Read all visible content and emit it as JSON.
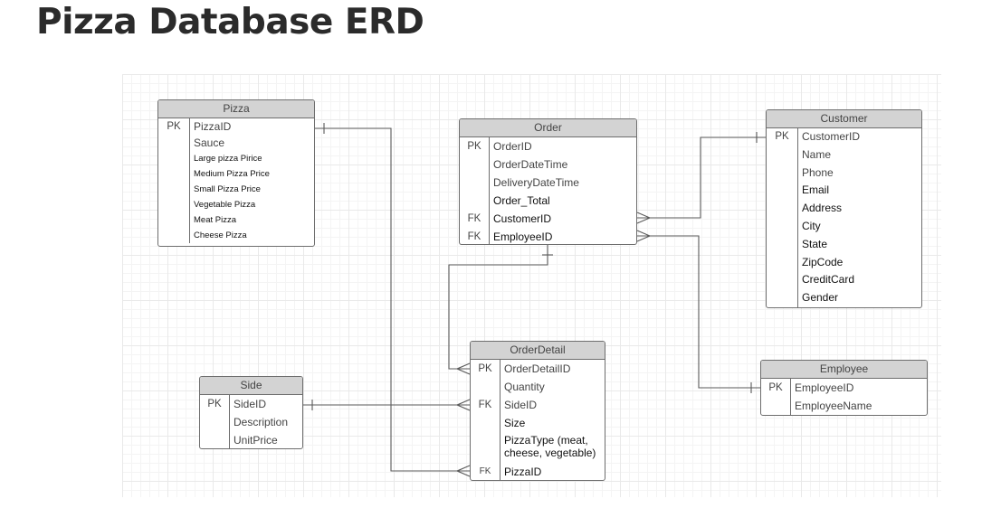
{
  "title": "Pizza Database ERD",
  "entities": {
    "pizza": {
      "name": "Pizza",
      "rows": [
        {
          "key": "PK",
          "name": "PizzaID"
        },
        {
          "key": "",
          "name": "Sauce"
        },
        {
          "key": "",
          "name": "Large pizza Pirice"
        },
        {
          "key": "",
          "name": "Medium Pizza Price"
        },
        {
          "key": "",
          "name": "Small Pizza Price"
        },
        {
          "key": "",
          "name": "Vegetable Pizza"
        },
        {
          "key": "",
          "name": "Meat Pizza"
        },
        {
          "key": "",
          "name": "Cheese Pizza"
        }
      ]
    },
    "order": {
      "name": "Order",
      "rows": [
        {
          "key": "PK",
          "name": "OrderID"
        },
        {
          "key": "",
          "name": "OrderDateTime"
        },
        {
          "key": "",
          "name": "DeliveryDateTime"
        },
        {
          "key": "",
          "name": "Order_Total"
        },
        {
          "key": "FK",
          "name": "CustomerID"
        },
        {
          "key": "FK",
          "name": "EmployeeID"
        }
      ]
    },
    "customer": {
      "name": "Customer",
      "rows": [
        {
          "key": "PK",
          "name": "CustomerID"
        },
        {
          "key": "",
          "name": "Name"
        },
        {
          "key": "",
          "name": "Phone"
        },
        {
          "key": "",
          "name": "Email"
        },
        {
          "key": "",
          "name": "Address"
        },
        {
          "key": "",
          "name": "City"
        },
        {
          "key": "",
          "name": "State"
        },
        {
          "key": "",
          "name": "ZipCode"
        },
        {
          "key": "",
          "name": "CreditCard"
        },
        {
          "key": "",
          "name": "Gender"
        }
      ]
    },
    "orderdetail": {
      "name": "OrderDetail",
      "rows": [
        {
          "key": "PK",
          "name": "OrderDetailID"
        },
        {
          "key": "",
          "name": "Quantity"
        },
        {
          "key": "FK",
          "name": "SideID"
        },
        {
          "key": "",
          "name": "Size"
        },
        {
          "key": "",
          "name": "PizzaType (meat, cheese, vegetable)"
        },
        {
          "key": "FK",
          "name": "PizzaID"
        }
      ]
    },
    "side": {
      "name": "Side",
      "rows": [
        {
          "key": "PK",
          "name": "SideID"
        },
        {
          "key": "",
          "name": "Description"
        },
        {
          "key": "",
          "name": "UnitPrice"
        }
      ]
    },
    "employee": {
      "name": "Employee",
      "rows": [
        {
          "key": "PK",
          "name": "EmployeeID"
        },
        {
          "key": "",
          "name": "EmployeeName"
        }
      ]
    }
  }
}
